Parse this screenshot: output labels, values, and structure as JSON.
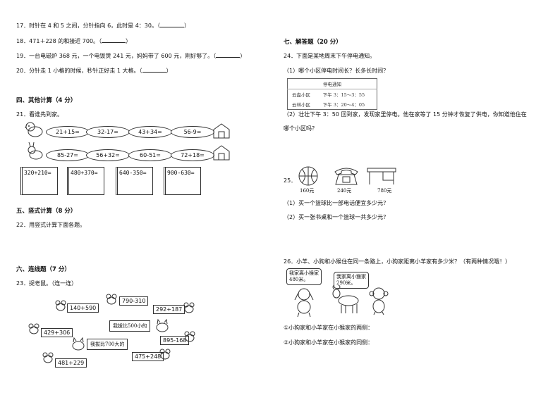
{
  "left": {
    "q17": "17．时针在 4 和 5 之间，分针指向 6，此时是 4：30。（",
    "q18": "18．471＋228 的和接近 700。（",
    "q19": "19．一台电磁炉 368 元，一个电饭煲 241 元，妈妈带了 600 元，刚好够了。（",
    "q20": "20．分针走 1 小格的时候，秒针正好走 1 大格。（",
    "close": "）",
    "sec4": "四、其他计算（4 分）",
    "q21": "21．看谁先到家。",
    "row1": [
      "21+15=",
      "32-17=",
      "43+34=",
      "56-9="
    ],
    "row2": [
      "85-27=",
      "56+32=",
      "60-51=",
      "72+18="
    ],
    "scrolls": [
      "320+210=",
      "480+370=",
      "640-350=",
      "900-630="
    ],
    "sec5": "五、竖式计算（8 分）",
    "q22": "22．用竖式计算下面各题。",
    "sec6": "六、连线题（7 分）",
    "q23": "23．捉老鼠。（连一连）",
    "cheese": [
      "790-310",
      "140+590",
      "292+187",
      "429+306",
      "895-168",
      "475+248",
      "481+229"
    ],
    "hint1": "我拔比500小的",
    "hint2": "我拔比700大的"
  },
  "right": {
    "sec7": "七、解答题（20 分）",
    "q24": "24．下面是某地周末下午停电通知。",
    "q24_1": "（1）哪个小区停电时间长？长多长时间？",
    "notice_title": "停电通知",
    "notice_rows": [
      [
        "云盘小区",
        "下午 3：15～3：55"
      ],
      [
        "云林小区",
        "下午 3：20～4：05"
      ]
    ],
    "q24_2a": "（2）壮壮下午 3：50 回到家，发现家里停电。他在家等了 15 分钟才恢复了供电，你知道他住在",
    "q24_2b": "哪个小区吗？",
    "q25": "25．",
    "prices": [
      "160元",
      "240元",
      "780元"
    ],
    "q25_1": "（1）买一个篮球比一部电话便宜多少元？",
    "q25_2": "（2）买一张书桌和一个篮球一共多少元？",
    "q26": "26．小羊、小狗和小猴住在同一条路上，小狗家距离小羊家有多少米？（有两种情况哦！）",
    "bubble1": "我家离小猴家480米。",
    "bubble2": "我家离小猴家290米。",
    "q26_1": "①小狗家和小羊家在小猴家的两侧：",
    "q26_2": "②小狗家和小羊家在小猴家的同侧："
  }
}
